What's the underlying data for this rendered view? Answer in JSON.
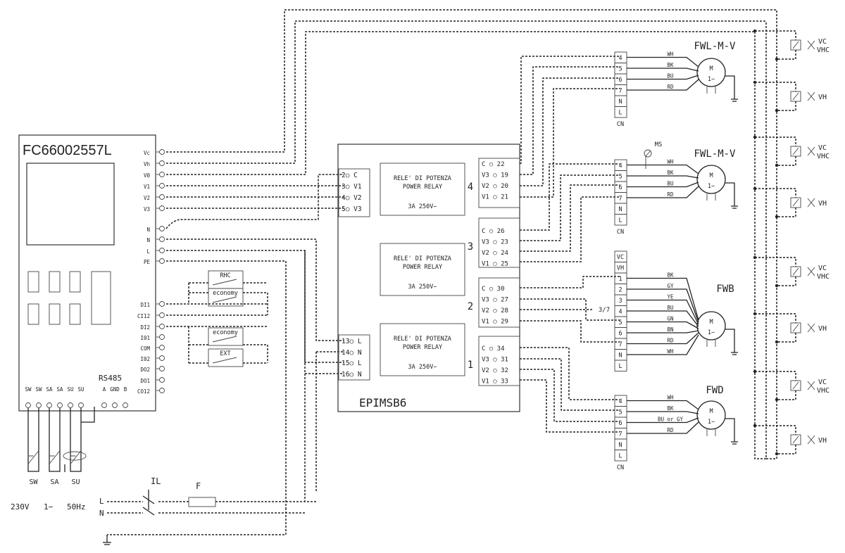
{
  "controller": {
    "code": "FC66002557L",
    "rs485_label": "RS485",
    "right_terminals": [
      "Vc",
      "Vh",
      "V0",
      "V1",
      "V2",
      "V3",
      "N",
      "N",
      "L",
      "PE",
      "DI1",
      "CI12",
      "DI2",
      "I01",
      "COM",
      "I02",
      "DO2",
      "DO1",
      "CO12"
    ],
    "bottom_terminals": [
      "SW",
      "SW",
      "SA",
      "SA",
      "SU",
      "SU",
      "A",
      "GND",
      "B"
    ]
  },
  "sensors": [
    "SW",
    "SA",
    "SU"
  ],
  "supply": {
    "voltage": "230V",
    "phase": "1∽",
    "freq": "50Hz",
    "line": "L",
    "neutral": "N",
    "switch": "IL",
    "fuse": "F"
  },
  "contacts": [
    "RHC",
    "economy",
    "economy",
    "EXT"
  ],
  "module": {
    "name": "EPIMSB6",
    "input_terminals": [
      "2○ C",
      "3○ V1",
      "4○ V2",
      "5○ V3"
    ],
    "power_terminals": [
      "13○ L",
      "14○ N",
      "15○ L",
      "16○ N"
    ],
    "relay_text": [
      "RELE' DI POTENZA",
      "POWER RELAY",
      "3A 250V∽"
    ],
    "channels": [
      {
        "num": "4",
        "rows": [
          "C ○ 22",
          "V3 ○ 19",
          "V2 ○ 20",
          "V1 ○ 21"
        ]
      },
      {
        "num": "3",
        "rows": [
          "C ○ 26",
          "V3 ○ 23",
          "V2 ○ 24",
          "V1 ○ 25"
        ]
      },
      {
        "num": "2",
        "rows": [
          "C ○ 30",
          "V3 ○ 27",
          "V2 ○ 28",
          "V1 ○ 29"
        ]
      },
      {
        "num": "1",
        "rows": [
          "C ○ 34",
          "V3 ○ 31",
          "V2 ○ 32",
          "V1 ○ 33"
        ]
      }
    ]
  },
  "units": [
    {
      "name": "FWL-M-V",
      "cn": "CN",
      "terminals": [
        "4",
        "5",
        "6",
        "7",
        "N",
        "L"
      ],
      "wires": [
        "WH",
        "BK",
        "BU",
        "RD"
      ]
    },
    {
      "name": "FWL-M-V",
      "cn": "CN",
      "terminals": [
        "4",
        "5",
        "6",
        "7",
        "N",
        "L"
      ],
      "wires": [
        "WH",
        "BK",
        "BU",
        "RD"
      ],
      "extra": "MS"
    },
    {
      "name": "FWB",
      "cn": "",
      "terminals": [
        "VC",
        "VH",
        "1",
        "2",
        "3",
        "4",
        "5",
        "6",
        "7",
        "N",
        "L"
      ],
      "wires": [
        "BK",
        "GY",
        "YE",
        "BU",
        "GN",
        "BN",
        "RD",
        "WH"
      ],
      "extra": "3/7"
    },
    {
      "name": "FWD",
      "cn": "CN",
      "terminals": [
        "4",
        "5",
        "6",
        "7",
        "N",
        "L"
      ],
      "wires": [
        "WH",
        "BK",
        "BU or GY",
        "RD"
      ]
    }
  ],
  "motor": {
    "m": "M",
    "phase": "1∽"
  },
  "valves": [
    "VC",
    "VHC",
    "VH",
    "VC",
    "VHC",
    "VH",
    "VC",
    "VHC",
    "VH",
    "VC",
    "VHC",
    "VH"
  ]
}
